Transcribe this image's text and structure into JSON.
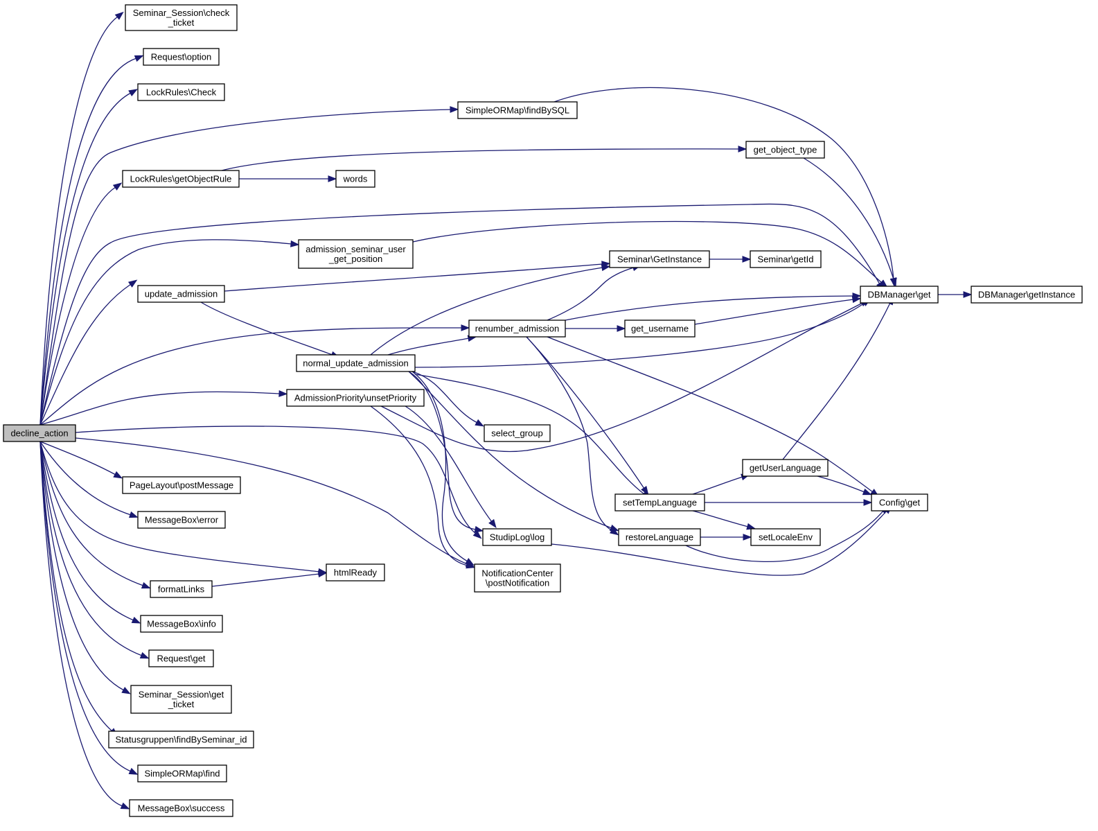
{
  "diagram": {
    "title": "",
    "colors": {
      "edge": "#191970",
      "node_border": "#000000",
      "node_fill": "#ffffff",
      "root_fill": "#bfbfbf"
    },
    "nodes": [
      {
        "id": "decline_action",
        "label": [
          "decline_action"
        ],
        "root": true
      },
      {
        "id": "seminar_session_check_ticket",
        "label": [
          "Seminar_Session\\check",
          "_ticket"
        ]
      },
      {
        "id": "request_option",
        "label": [
          "Request\\option"
        ]
      },
      {
        "id": "lockrules_check",
        "label": [
          "LockRules\\Check"
        ]
      },
      {
        "id": "simpleormap_findbysql",
        "label": [
          "SimpleORMap\\findBySQL"
        ]
      },
      {
        "id": "get_object_type",
        "label": [
          "get_object_type"
        ]
      },
      {
        "id": "lockrules_getobjectrule",
        "label": [
          "LockRules\\getObjectRule"
        ]
      },
      {
        "id": "words",
        "label": [
          "words"
        ]
      },
      {
        "id": "admission_seminar_user_get_position",
        "label": [
          "admission_seminar_user",
          "_get_position"
        ]
      },
      {
        "id": "seminar_getinstance",
        "label": [
          "Seminar\\GetInstance"
        ]
      },
      {
        "id": "seminar_getid",
        "label": [
          "Seminar\\getId"
        ]
      },
      {
        "id": "update_admission",
        "label": [
          "update_admission"
        ]
      },
      {
        "id": "dbmanager_get",
        "label": [
          "DBManager\\get"
        ]
      },
      {
        "id": "dbmanager_getinstance",
        "label": [
          "DBManager\\getInstance"
        ]
      },
      {
        "id": "renumber_admission",
        "label": [
          "renumber_admission"
        ]
      },
      {
        "id": "get_username",
        "label": [
          "get_username"
        ]
      },
      {
        "id": "normal_update_admission",
        "label": [
          "normal_update_admission"
        ]
      },
      {
        "id": "admissionpriority_unsetpriority",
        "label": [
          "AdmissionPriority\\unsetPriority"
        ]
      },
      {
        "id": "select_group",
        "label": [
          "select_group"
        ]
      },
      {
        "id": "getuserlanguage",
        "label": [
          "getUserLanguage"
        ]
      },
      {
        "id": "pagelayout_postmessage",
        "label": [
          "PageLayout\\postMessage"
        ]
      },
      {
        "id": "settemplanguage",
        "label": [
          "setTempLanguage"
        ]
      },
      {
        "id": "config_get",
        "label": [
          "Config\\get"
        ]
      },
      {
        "id": "messagebox_error",
        "label": [
          "MessageBox\\error"
        ]
      },
      {
        "id": "studiplog_log",
        "label": [
          "StudipLog\\log"
        ]
      },
      {
        "id": "restorelanguage",
        "label": [
          "restoreLanguage"
        ]
      },
      {
        "id": "setlocaleenv",
        "label": [
          "setLocaleEnv"
        ]
      },
      {
        "id": "htmlready",
        "label": [
          "htmlReady"
        ]
      },
      {
        "id": "notificationcenter_postnotification",
        "label": [
          "NotificationCenter",
          "\\postNotification"
        ]
      },
      {
        "id": "formatlinks",
        "label": [
          "formatLinks"
        ]
      },
      {
        "id": "messagebox_info",
        "label": [
          "MessageBox\\info"
        ]
      },
      {
        "id": "request_get",
        "label": [
          "Request\\get"
        ]
      },
      {
        "id": "seminar_session_get_ticket",
        "label": [
          "Seminar_Session\\get",
          "_ticket"
        ]
      },
      {
        "id": "statusgruppen_findbyseminar_id",
        "label": [
          "Statusgruppen\\findBySeminar_id"
        ]
      },
      {
        "id": "simpleormap_find",
        "label": [
          "SimpleORMap\\find"
        ]
      },
      {
        "id": "messagebox_success",
        "label": [
          "MessageBox\\success"
        ]
      }
    ],
    "edges": [
      {
        "from": "decline_action",
        "to": "seminar_session_check_ticket"
      },
      {
        "from": "decline_action",
        "to": "request_option"
      },
      {
        "from": "decline_action",
        "to": "lockrules_check"
      },
      {
        "from": "decline_action",
        "to": "simpleormap_findbysql"
      },
      {
        "from": "decline_action",
        "to": "lockrules_getobjectrule"
      },
      {
        "from": "decline_action",
        "to": "dbmanager_get"
      },
      {
        "from": "decline_action",
        "to": "admission_seminar_user_get_position"
      },
      {
        "from": "decline_action",
        "to": "update_admission"
      },
      {
        "from": "decline_action",
        "to": "renumber_admission"
      },
      {
        "from": "decline_action",
        "to": "admissionpriority_unsetpriority"
      },
      {
        "from": "decline_action",
        "to": "studiplog_log"
      },
      {
        "from": "decline_action",
        "to": "notificationcenter_postnotification"
      },
      {
        "from": "decline_action",
        "to": "pagelayout_postmessage"
      },
      {
        "from": "decline_action",
        "to": "messagebox_error"
      },
      {
        "from": "decline_action",
        "to": "htmlready"
      },
      {
        "from": "decline_action",
        "to": "formatlinks"
      },
      {
        "from": "decline_action",
        "to": "messagebox_info"
      },
      {
        "from": "decline_action",
        "to": "request_get"
      },
      {
        "from": "decline_action",
        "to": "seminar_session_get_ticket"
      },
      {
        "from": "decline_action",
        "to": "statusgruppen_findbyseminar_id"
      },
      {
        "from": "decline_action",
        "to": "simpleormap_find"
      },
      {
        "from": "decline_action",
        "to": "messagebox_success"
      },
      {
        "from": "simpleormap_findbysql",
        "to": "dbmanager_get"
      },
      {
        "from": "lockrules_getobjectrule",
        "to": "get_object_type"
      },
      {
        "from": "lockrules_getobjectrule",
        "to": "words"
      },
      {
        "from": "get_object_type",
        "to": "dbmanager_get"
      },
      {
        "from": "admission_seminar_user_get_position",
        "to": "dbmanager_get"
      },
      {
        "from": "update_admission",
        "to": "seminar_getinstance"
      },
      {
        "from": "update_admission",
        "to": "normal_update_admission"
      },
      {
        "from": "seminar_getinstance",
        "to": "seminar_getid"
      },
      {
        "from": "dbmanager_get",
        "to": "dbmanager_getinstance"
      },
      {
        "from": "renumber_admission",
        "to": "seminar_getinstance"
      },
      {
        "from": "renumber_admission",
        "to": "dbmanager_get"
      },
      {
        "from": "renumber_admission",
        "to": "get_username"
      },
      {
        "from": "renumber_admission",
        "to": "settemplanguage"
      },
      {
        "from": "renumber_admission",
        "to": "restorelanguage"
      },
      {
        "from": "renumber_admission",
        "to": "config_get"
      },
      {
        "from": "get_username",
        "to": "dbmanager_get"
      },
      {
        "from": "normal_update_admission",
        "to": "seminar_getinstance"
      },
      {
        "from": "normal_update_admission",
        "to": "renumber_admission"
      },
      {
        "from": "normal_update_admission",
        "to": "dbmanager_get"
      },
      {
        "from": "normal_update_admission",
        "to": "select_group"
      },
      {
        "from": "normal_update_admission",
        "to": "settemplanguage"
      },
      {
        "from": "normal_update_admission",
        "to": "restorelanguage"
      },
      {
        "from": "normal_update_admission",
        "to": "studiplog_log"
      },
      {
        "from": "normal_update_admission",
        "to": "notificationcenter_postnotification"
      },
      {
        "from": "admissionpriority_unsetpriority",
        "to": "dbmanager_get"
      },
      {
        "from": "admissionpriority_unsetpriority",
        "to": "studiplog_log"
      },
      {
        "from": "admissionpriority_unsetpriority",
        "to": "notificationcenter_postnotification"
      },
      {
        "from": "getuserlanguage",
        "to": "dbmanager_get"
      },
      {
        "from": "getuserlanguage",
        "to": "config_get"
      },
      {
        "from": "settemplanguage",
        "to": "getuserlanguage"
      },
      {
        "from": "settemplanguage",
        "to": "config_get"
      },
      {
        "from": "settemplanguage",
        "to": "setlocaleenv"
      },
      {
        "from": "studiplog_log",
        "to": "config_get"
      },
      {
        "from": "restorelanguage",
        "to": "setlocaleenv"
      },
      {
        "from": "restorelanguage",
        "to": "config_get"
      },
      {
        "from": "formatlinks",
        "to": "htmlready"
      }
    ]
  }
}
